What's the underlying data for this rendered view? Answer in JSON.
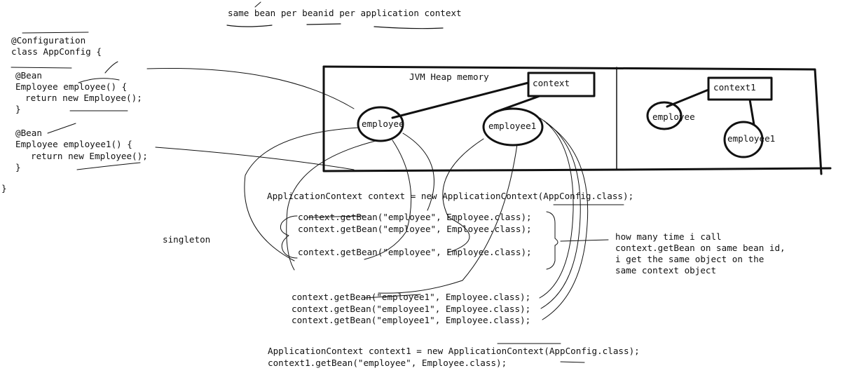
{
  "heading": "same bean per beanid per application context",
  "config_code": {
    "annotation": "@Configuration",
    "class_decl": "class AppConfig {",
    "bean1_annotation": "@Bean",
    "bean1_method": "Employee employee() {",
    "bean1_return": "return new Employee();",
    "bean1_close": "}",
    "bean2_annotation": "@Bean",
    "bean2_method": "Employee employee1() {",
    "bean2_return": "return new Employee();",
    "bean2_close": "}",
    "class_close": "}"
  },
  "heap": {
    "label": "JVM Heap memory",
    "context_label": "context",
    "context1_label": "context1",
    "employee_label": "employee",
    "employee1_label": "employee1",
    "context1_employee_label": "employee",
    "context1_employee1_label": "employee1"
  },
  "usage_code": {
    "context_decl": "ApplicationContext context = new ApplicationContext(AppConfig.class);",
    "get_employee_1": "context.getBean(\"employee\", Employee.class);",
    "get_employee_2": "context.getBean(\"employee\", Employee.class);",
    "get_employee_3": "context.getBean(\"employee\", Employee.class);",
    "get_employee1_1": "context.getBean(\"employee1\", Employee.class);",
    "get_employee1_2": "context.getBean(\"employee1\", Employee.class);",
    "get_employee1_3": "context.getBean(\"employee1\", Employee.class);",
    "context1_decl": "ApplicationContext context1 = new ApplicationContext(AppConfig.class);",
    "context1_get": "context1.getBean(\"employee\", Employee.class);"
  },
  "singleton_label": "singleton",
  "explanation": {
    "line1": "how many time i call",
    "line2": "context.getBean on same bean id,",
    "line3": "i get the same object on the",
    "line4": "same context object"
  }
}
